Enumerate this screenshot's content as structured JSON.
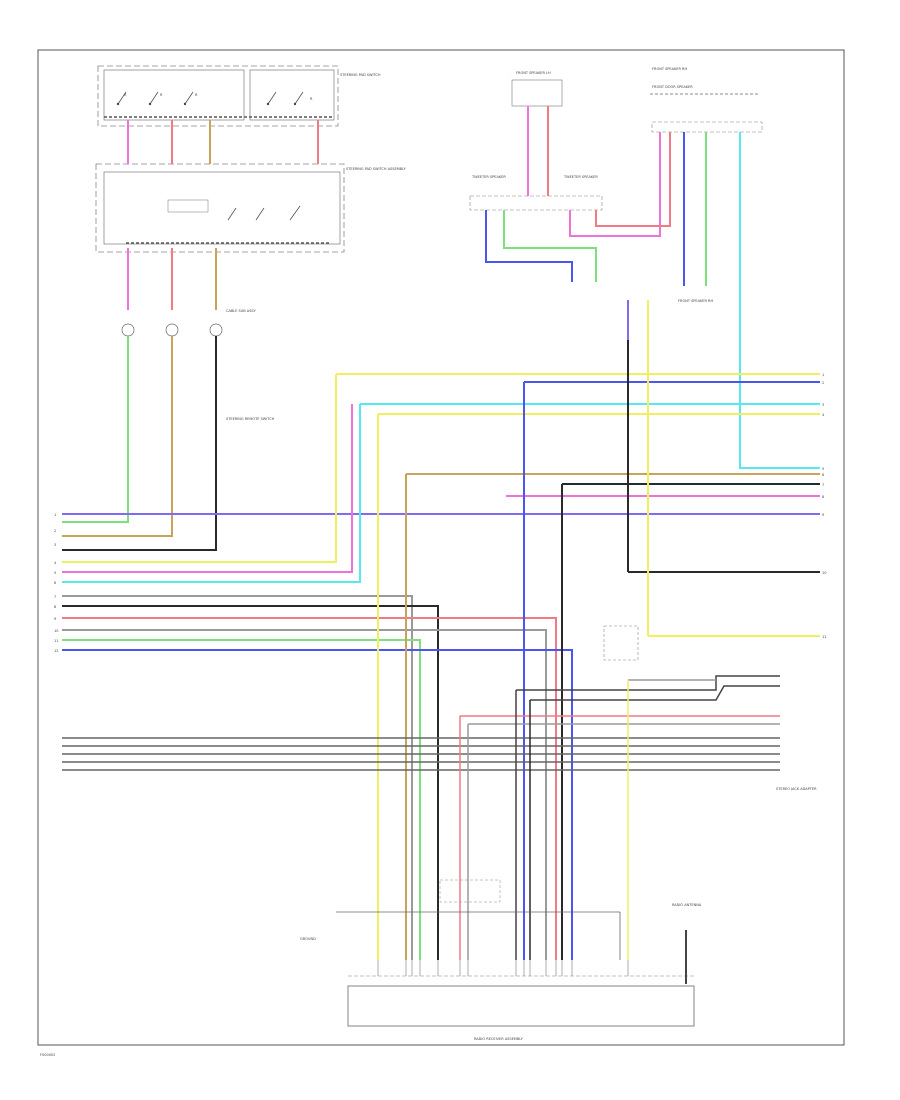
{
  "labels": {
    "switch_group_top": "STEERING PAD SWITCH",
    "spiral_cable": "STEERING PAD SWITCH ASSEMBLY",
    "front_speaker_lh": "FRONT SPEAKER LH",
    "front_door_speaker": "FRONT DOOR SPEAKER",
    "tweeter_lh_1": "TWEETER SPEAKER",
    "tweeter_lh_2": "TWEETER SPEAKER",
    "front_speaker_rh": "FRONT SPEAKER RH",
    "front_speaker_rh_2": "FRONT SPEAKER RH",
    "steering_remote_switch": "STEERING REMOTE SWITCH",
    "cable_sub_assy": "CABLE SUB ASSY",
    "stereo_amp": "STEREO JACK ADAPTER",
    "antenna": "RADIO ANTENNA",
    "ground": "GROUND",
    "radio_head_unit": "RADIO RECEIVER ASSEMBLY",
    "figure_id": "F000002"
  },
  "colors": {
    "violet": "#7f6cf2",
    "pink": "#f072d8",
    "green": "#7ee07c",
    "yellow": "#f0ef62",
    "cyan": "#58e8f0",
    "blue": "#4b55f0",
    "red": "#f07a86",
    "tan": "#c9a35c",
    "black": "#2a2a2a",
    "gray": "#9a9a9a",
    "border": "#555555"
  }
}
